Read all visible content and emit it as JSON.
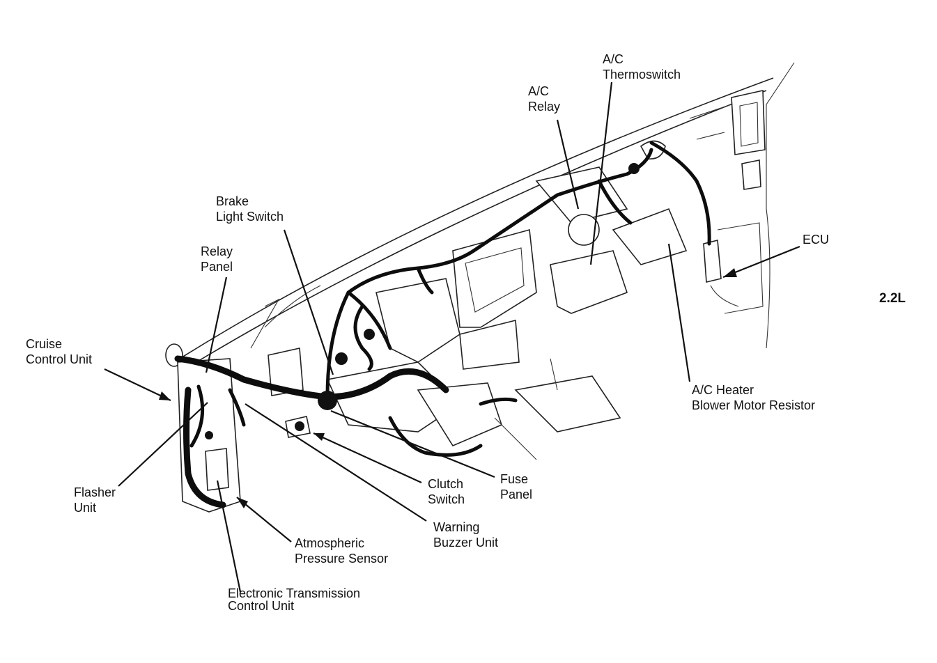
{
  "engine": "2.2L",
  "labels": {
    "ac_thermoswitch": [
      "A/C",
      "Thermoswitch"
    ],
    "ac_relay": [
      "A/C",
      "Relay"
    ],
    "brake_light_switch": [
      "Brake",
      "Light Switch"
    ],
    "relay_panel": [
      "Relay",
      "Panel"
    ],
    "ecu": [
      "ECU"
    ],
    "cruise_control_unit": [
      "Cruise",
      "Control Unit"
    ],
    "ac_heater_resistor": [
      "A/C Heater",
      "Blower Motor Resistor"
    ],
    "flasher_unit": [
      "Flasher",
      "Unit"
    ],
    "clutch_switch": [
      "Clutch",
      "Switch"
    ],
    "fuse_panel": [
      "Fuse",
      "Panel"
    ],
    "warning_buzzer_unit": [
      "Warning",
      "Buzzer Unit"
    ],
    "atmospheric_pressure_sensor": [
      "Atmospheric",
      "Pressure Sensor"
    ],
    "etcu": [
      "Electronic Transmission",
      "Control Unit"
    ]
  }
}
